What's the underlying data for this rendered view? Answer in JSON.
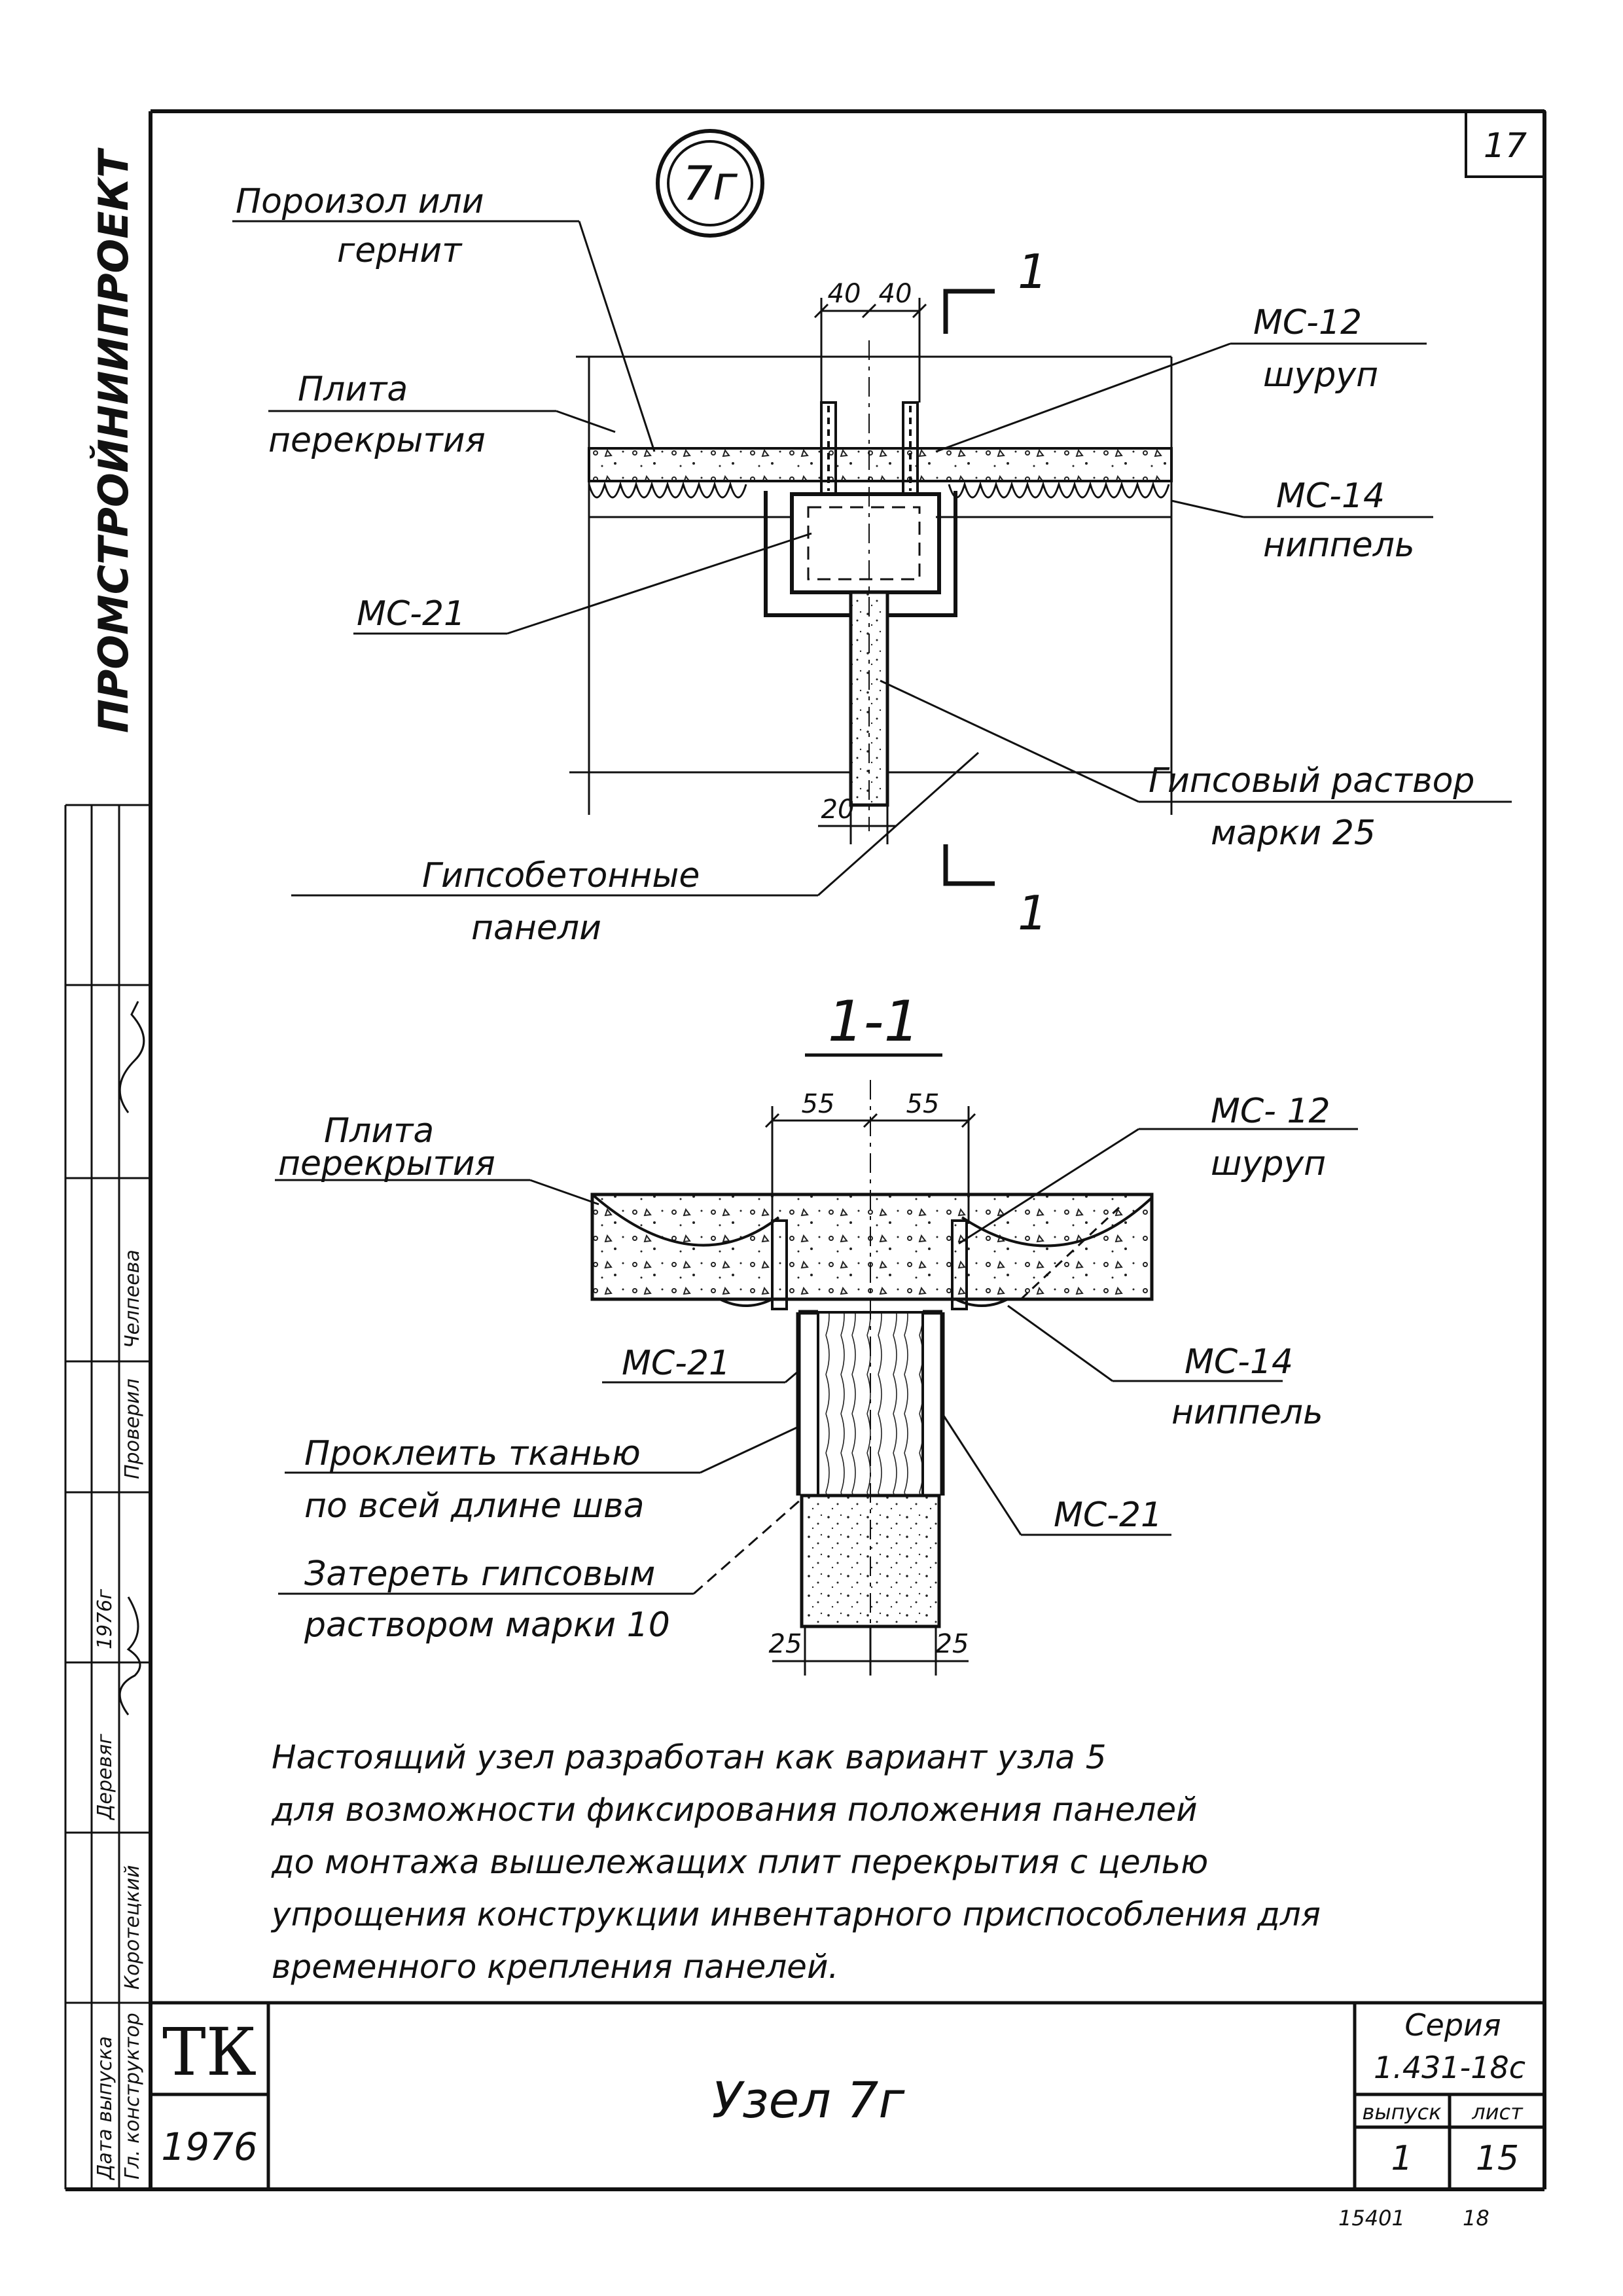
{
  "sheet": {
    "page_number": "17",
    "node_badge": "7г",
    "org_vertical": "ПРОМСТРОЙНИИПРОЕКТ",
    "footer_numbers": {
      "left": "15401",
      "right": "18"
    }
  },
  "plan": {
    "labels": {
      "poroizol_line1": "Порoизол или",
      "poroizol_line2": "гернит",
      "plita_line1": "Плита",
      "plita_line2": "перекрытия",
      "mc21": "МС-21",
      "gips_panels_line1": "Гипсобетонные",
      "gips_panels_line2": "панели",
      "mc12": "МС-12",
      "shurup": "шуруп",
      "mc14": "МС-14",
      "nippel": "ниппель",
      "mortar_line1": "Гипсовый раствор",
      "mortar_line2": "марки 25"
    },
    "dims": {
      "left": "40",
      "right": "40",
      "bottom": "20"
    },
    "section_mark": "1"
  },
  "section": {
    "title": "1-1",
    "labels": {
      "plita_line1": "Плита",
      "plita_line2": "перекрытия",
      "mc12": "МС- 12",
      "shurup": "шуруп",
      "mc21_left": "МС-21",
      "mc14": "МС-14",
      "nippel": "ниппель",
      "mc21_right": "МС-21",
      "fabric_line1": "Проклеить тканью",
      "fabric_line2": "по всей длине шва",
      "trowel_line1": "Затереть гипсовым",
      "trowel_line2": "раствором марки 10"
    },
    "dims": {
      "top_left": "55",
      "top_right": "55",
      "bottom_left": "25",
      "bottom_right": "25"
    }
  },
  "note": {
    "line1": "Настоящий узел разработан как вариант узла 5",
    "line2": "для возможности фиксирования положения панелей",
    "line3": "до монтажа вышележащих плит перекрытия с целью",
    "line4": "упрощения конструкции инвентарного приспособления для",
    "line5": "временного крепления панелей."
  },
  "title_block": {
    "logo": "ТК",
    "year": "1976",
    "title": "Узел 7г",
    "series_label": "Серия",
    "series_value": "1.431-18с",
    "issue_label": "выпуск",
    "sheet_label": "лист",
    "issue_value": "1",
    "sheet_value": "15"
  },
  "stamp_side": {
    "row1_role": "Гл. конструктор",
    "row1_name": "Коротецкий",
    "row2_role": "Проверил",
    "row2_name": "Челпеева",
    "row3_role": "Дата выпуска",
    "row3_date": "1976г",
    "row3_name": "Деревяг"
  }
}
